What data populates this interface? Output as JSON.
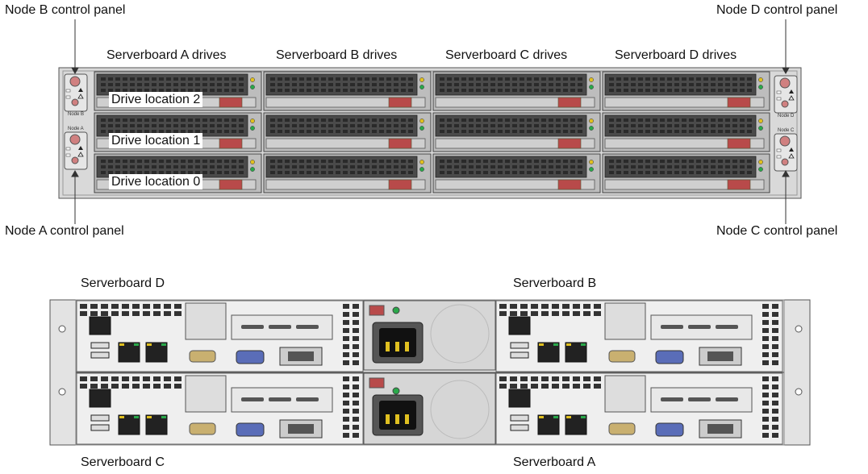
{
  "front": {
    "callouts": {
      "node_b": "Node B control panel",
      "node_d": "Node D control panel",
      "node_a": "Node A control panel",
      "node_c": "Node C control panel"
    },
    "drive_groups": [
      "Serverboard A drives",
      "Serverboard B drives",
      "Serverboard C drives",
      "Serverboard D drives"
    ],
    "drive_locations": [
      "Drive location 2",
      "Drive location 1",
      "Drive location 0"
    ],
    "panel_labels": {
      "node_b": "Node B",
      "node_a": "Node A",
      "node_d": "Node D",
      "node_c": "Node C"
    }
  },
  "rear": {
    "serverboards": {
      "top_left": "Serverboard D",
      "top_right": "Serverboard B",
      "bottom_left": "Serverboard C",
      "bottom_right": "Serverboard A"
    }
  },
  "colors": {
    "chassis": "#d9d9d9",
    "tray": "#4a4a4a",
    "drive_latch": "#b84a4a",
    "power_button": "#d08080",
    "vga_port": "#5a6db8",
    "led_green": "#2aa84a",
    "led_yellow": "#e0c020"
  }
}
